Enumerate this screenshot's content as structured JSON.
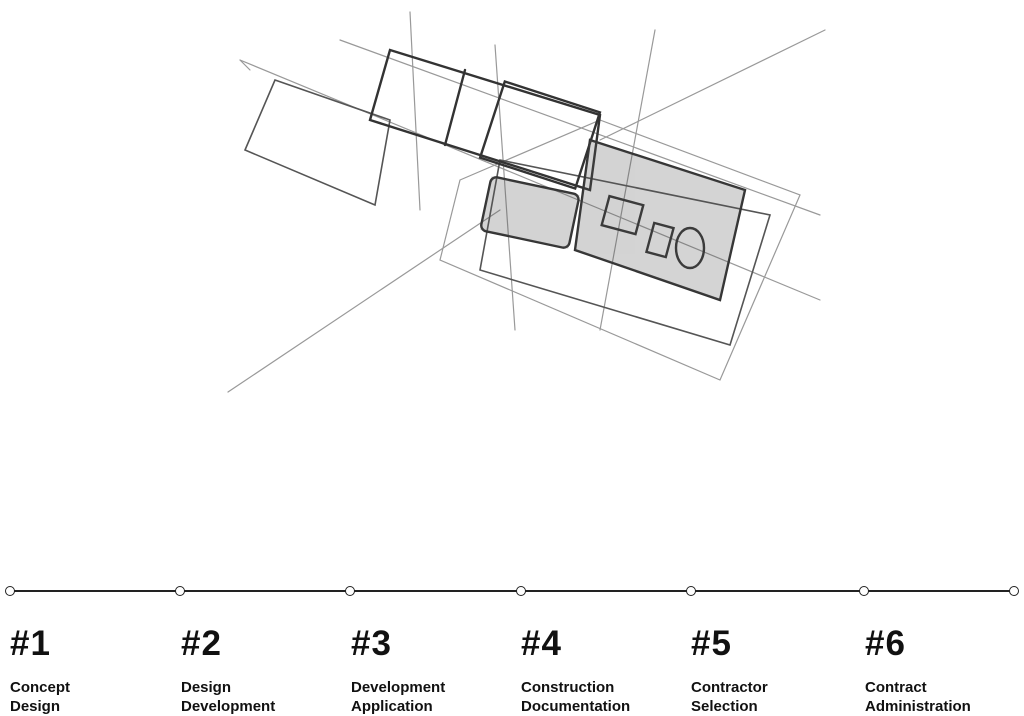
{
  "timeline": {
    "steps": [
      {
        "number": "#1",
        "line1": "Concept",
        "line2": "Design"
      },
      {
        "number": "#2",
        "line1": "Design",
        "line2": "Development"
      },
      {
        "number": "#3",
        "line1": "Development",
        "line2": "Application"
      },
      {
        "number": "#4",
        "line1": "Construction",
        "line2": "Documentation"
      },
      {
        "number": "#5",
        "line1": "Contractor",
        "line2": "Selection"
      },
      {
        "number": "#6",
        "line1": "Contract",
        "line2": "Administration"
      }
    ]
  }
}
